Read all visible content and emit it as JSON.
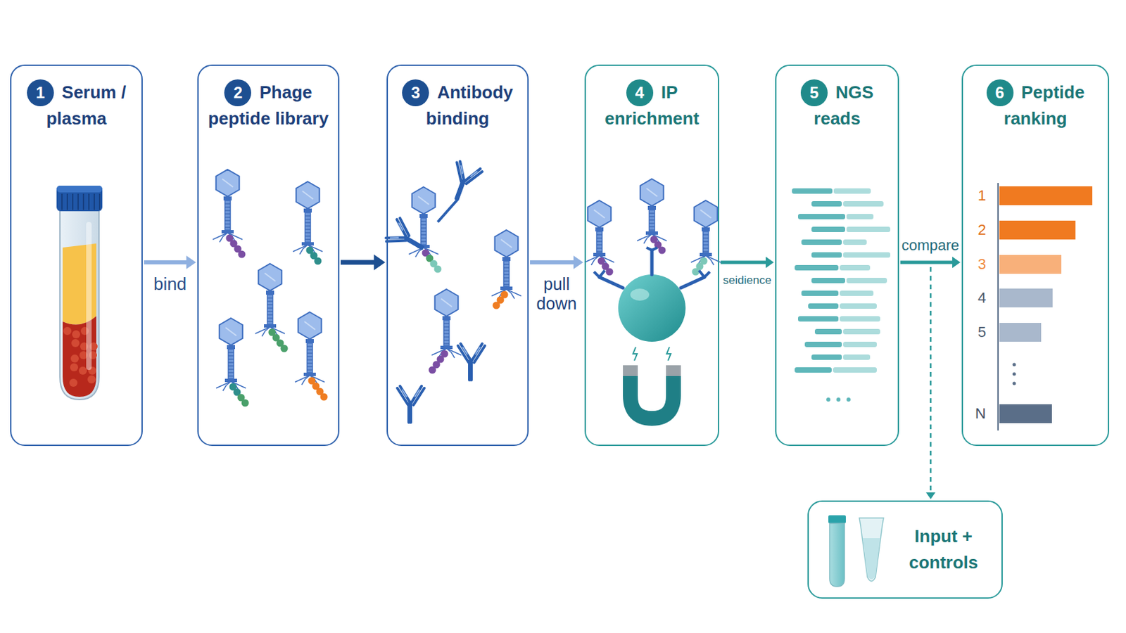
{
  "diagram": {
    "nodes": [
      {
        "text": [
          "1",
          "Serum / plasma"
        ]
      },
      {
        "text": [
          "2",
          "Phage peptide library"
        ]
      },
      {
        "text": [
          "3",
          "Antibody binding"
        ]
      },
      {
        "text": [
          "4",
          "IP enrichment"
        ]
      },
      {
        "text": [
          "5",
          "NGS reads"
        ]
      },
      {
        "text": [
          "6",
          "Peptide ranking"
        ]
      },
      {
        "text": [
          "Input + controls"
        ]
      }
    ],
    "edges": [
      {
        "from": 0,
        "to": 1,
        "label": "bind",
        "arrow": "to"
      },
      {
        "from": 1,
        "to": 2,
        "arrow": "to"
      },
      {
        "from": 2,
        "to": 3,
        "label": "pull down",
        "arrow": "to"
      },
      {
        "from": 3,
        "to": 4,
        "label": "seidience",
        "arrow": "to"
      },
      {
        "from": 4,
        "to": 5,
        "label": "compare",
        "arrow": "to"
      },
      {
        "from": 4,
        "to": 6,
        "arrow": "to"
      }
    ],
    "labels": [
      "1",
      "2",
      "3",
      "4",
      "5",
      "N"
    ]
  }
}
